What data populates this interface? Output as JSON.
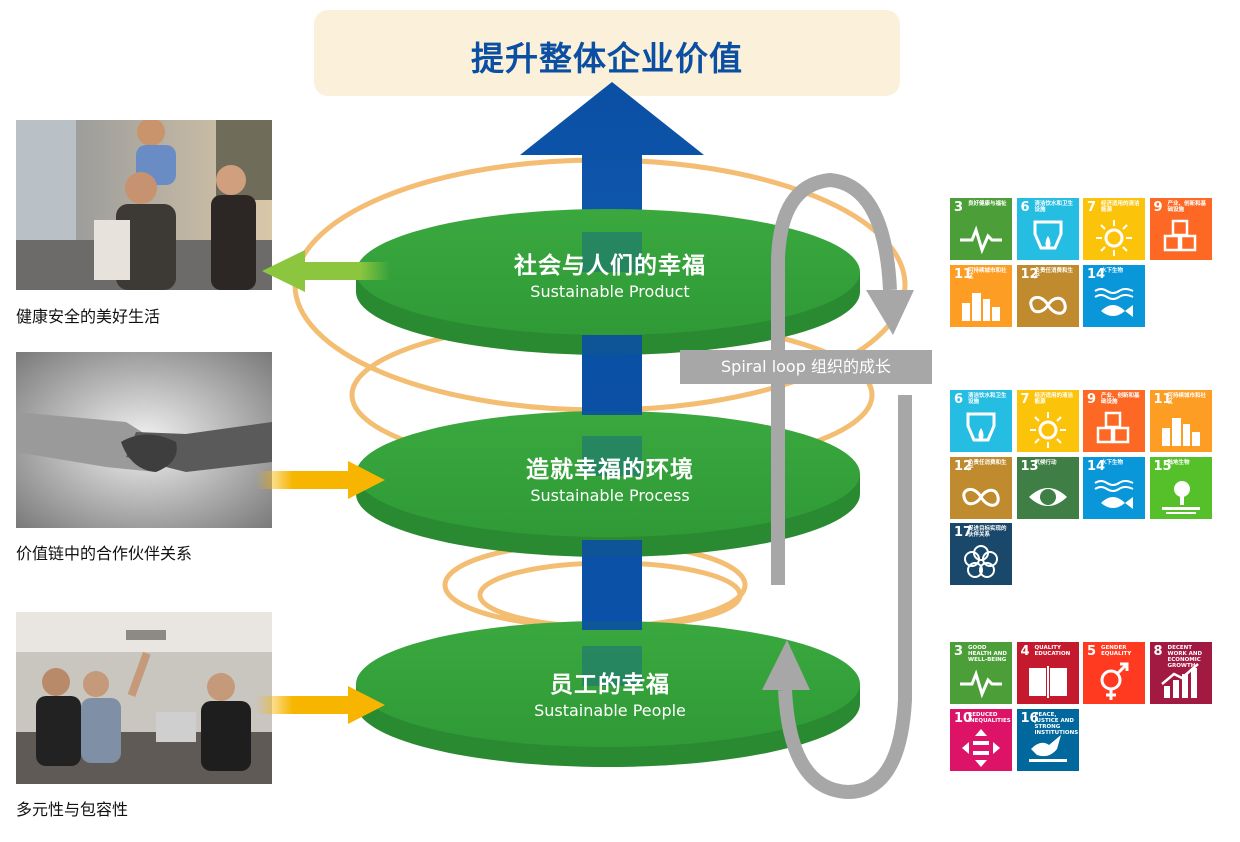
{
  "title": "提升整体企业价值",
  "levels": [
    {
      "cn": "社会与人们的幸福",
      "en": "Sustainable Product"
    },
    {
      "cn": "造就幸福的环境",
      "en": "Sustainable Process"
    },
    {
      "cn": "员工的幸福",
      "en": "Sustainable People"
    }
  ],
  "spiral_label": "Spiral loop 组织的成长",
  "photos": [
    {
      "caption": "健康安全的美好生活"
    },
    {
      "caption": "价值链中的合作伙伴关系"
    },
    {
      "caption": "多元性与包容性"
    }
  ],
  "colors": {
    "banner_bg": "#fbf0d9",
    "title": "#0a4fa3",
    "disc": "#33a33c",
    "arrow_blue": "#0a4fa3",
    "arrow_green": "#8cc63f",
    "arrow_yellow": "#f7b500",
    "ring": "#f2b25a",
    "spiral": "#a7a7a7"
  },
  "sdg_groups": [
    [
      {
        "n": "3",
        "name": "良好健康与福祉",
        "color": "#4c9f38",
        "icon": "heartbeat-icon"
      },
      {
        "n": "6",
        "name": "清洁饮水和卫生设施",
        "color": "#26bde2",
        "icon": "water-drop-icon"
      },
      {
        "n": "7",
        "name": "经济适用的清洁能源",
        "color": "#fcc30b",
        "icon": "sun-icon"
      },
      {
        "n": "9",
        "name": "产业、创新和基础设施",
        "color": "#fd6925",
        "icon": "cubes-icon"
      },
      {
        "n": "11",
        "name": "可持续城市和社区",
        "color": "#fd9d24",
        "icon": "city-icon"
      },
      {
        "n": "12",
        "name": "负责任消费和生产",
        "color": "#bf8b2e",
        "icon": "infinity-icon"
      },
      {
        "n": "14",
        "name": "水下生物",
        "color": "#0a97d9",
        "icon": "fish-icon"
      }
    ],
    [
      {
        "n": "6",
        "name": "清洁饮水和卫生设施",
        "color": "#26bde2",
        "icon": "water-drop-icon"
      },
      {
        "n": "7",
        "name": "经济适用的清洁能源",
        "color": "#fcc30b",
        "icon": "sun-icon"
      },
      {
        "n": "9",
        "name": "产业、创新和基础设施",
        "color": "#fd6925",
        "icon": "cubes-icon"
      },
      {
        "n": "11",
        "name": "可持续城市和社区",
        "color": "#fd9d24",
        "icon": "city-icon"
      },
      {
        "n": "12",
        "name": "负责任消费和生产",
        "color": "#bf8b2e",
        "icon": "infinity-icon"
      },
      {
        "n": "13",
        "name": "气候行动",
        "color": "#3f7e44",
        "icon": "eye-globe-icon"
      },
      {
        "n": "14",
        "name": "水下生物",
        "color": "#0a97d9",
        "icon": "fish-icon"
      },
      {
        "n": "15",
        "name": "陆地生物",
        "color": "#56c02b",
        "icon": "tree-icon"
      },
      {
        "n": "17",
        "name": "促进目标实现的伙伴关系",
        "color": "#19486a",
        "icon": "flower-icon"
      }
    ],
    [
      {
        "n": "3",
        "name": "GOOD HEALTH AND WELL-BEING",
        "color": "#4c9f38",
        "icon": "heartbeat-icon"
      },
      {
        "n": "4",
        "name": "QUALITY EDUCATION",
        "color": "#c5192d",
        "icon": "book-icon"
      },
      {
        "n": "5",
        "name": "GENDER EQUALITY",
        "color": "#ff3a21",
        "icon": "gender-icon"
      },
      {
        "n": "8",
        "name": "DECENT WORK AND ECONOMIC GROWTH",
        "color": "#a21942",
        "icon": "growth-chart-icon"
      },
      {
        "n": "10",
        "name": "REDUCED INEQUALITIES",
        "color": "#dd1367",
        "icon": "equal-icon"
      },
      {
        "n": "16",
        "name": "PEACE, JUSTICE AND STRONG INSTITUTIONS",
        "color": "#00689d",
        "icon": "dove-icon"
      }
    ]
  ]
}
